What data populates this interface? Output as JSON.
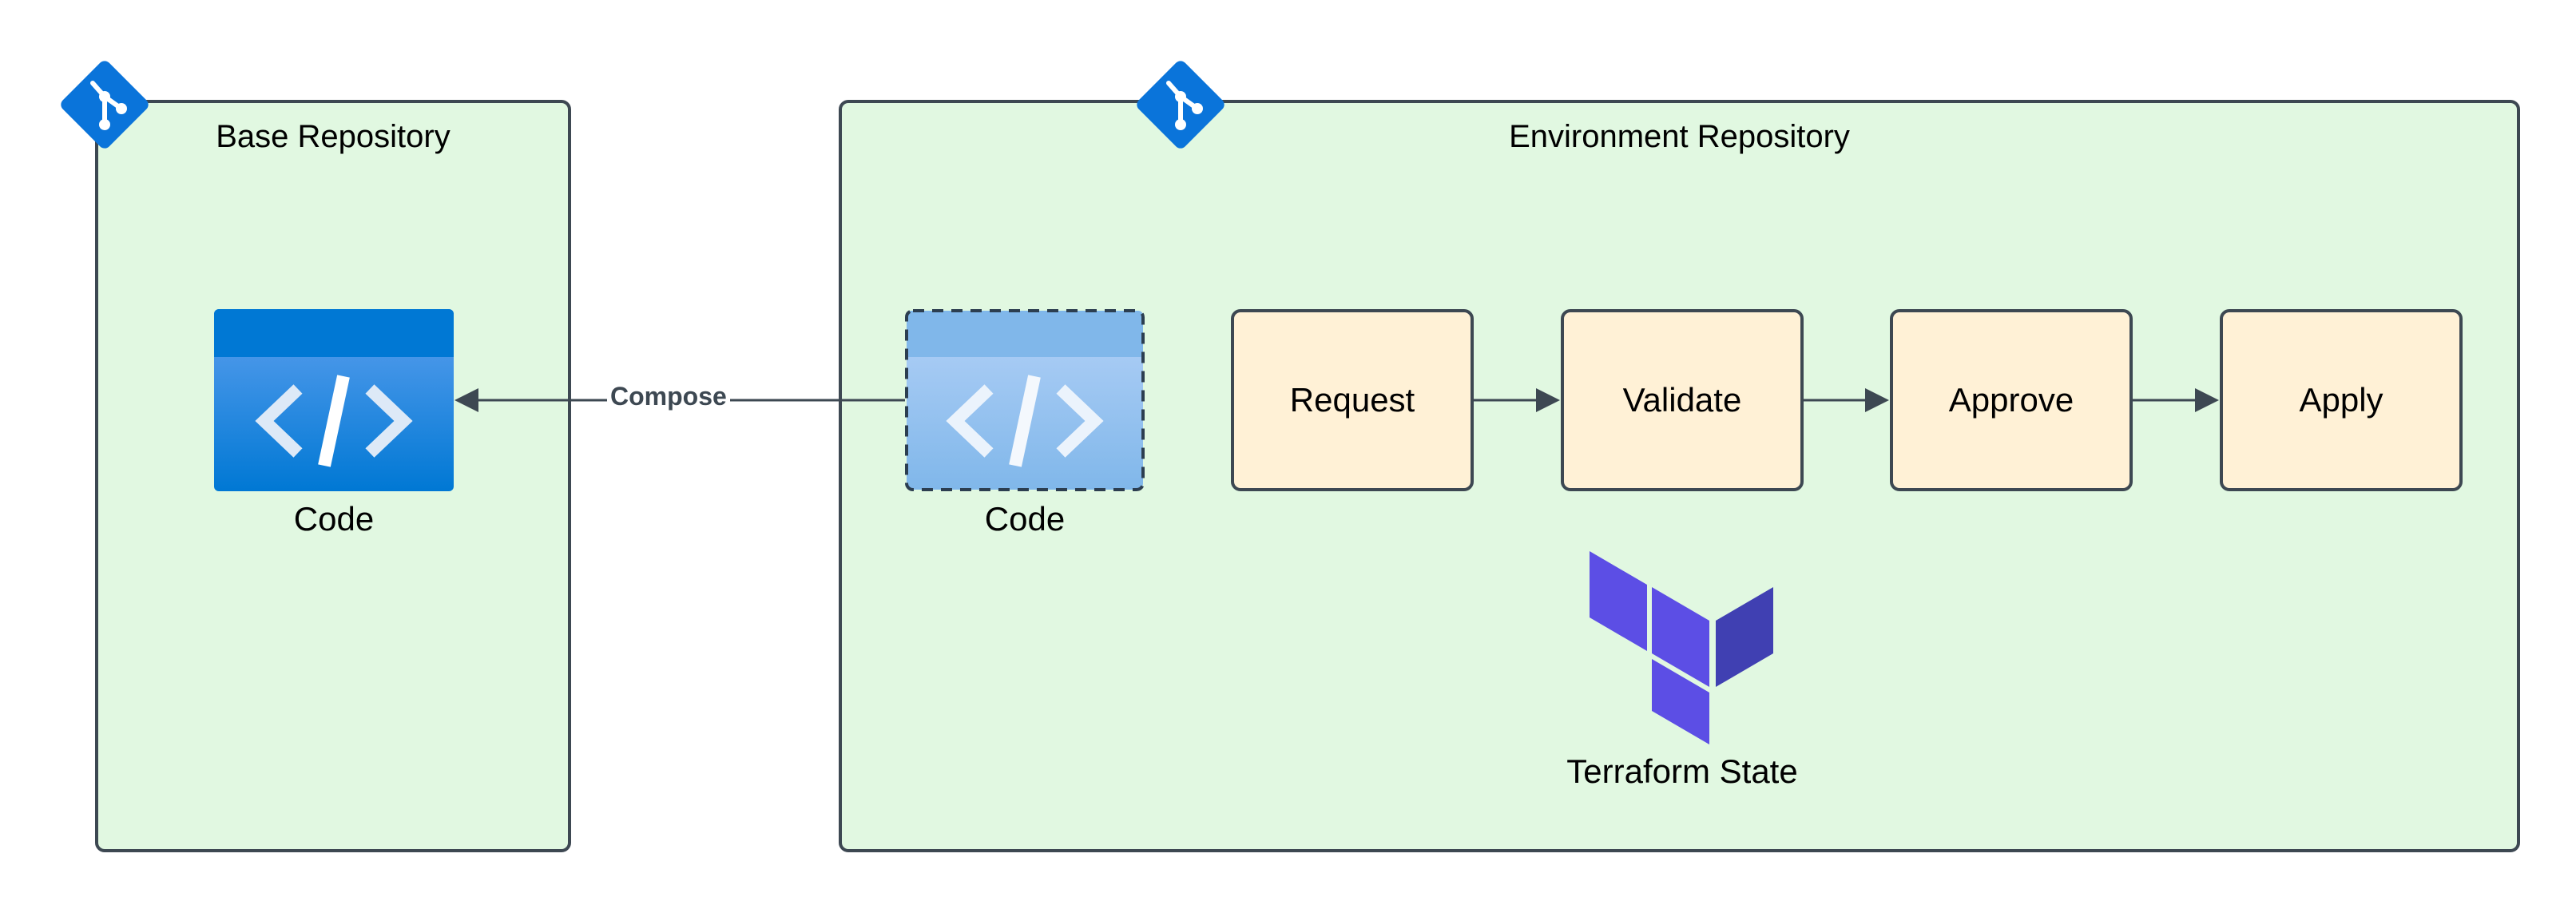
{
  "base_repository": {
    "title": "Base Repository",
    "code_label": "Code"
  },
  "environment_repository": {
    "title": "Environment Repository",
    "code_label": "Code",
    "steps": [
      "Request",
      "Validate",
      "Approve",
      "Apply"
    ],
    "state_label": "Terraform State"
  },
  "edge": {
    "label": "Compose"
  },
  "icons": {
    "repository": "git-icon",
    "code": "code-window-icon",
    "state": "terraform-icon"
  },
  "colors": {
    "panel_fill": "#e1f8e1",
    "panel_border": "#3d4852",
    "step_fill": "#fff1d6",
    "git_blue": "#0a74da",
    "code_blue": "#0078d4",
    "terraform_purple": "#5c4ee5"
  }
}
